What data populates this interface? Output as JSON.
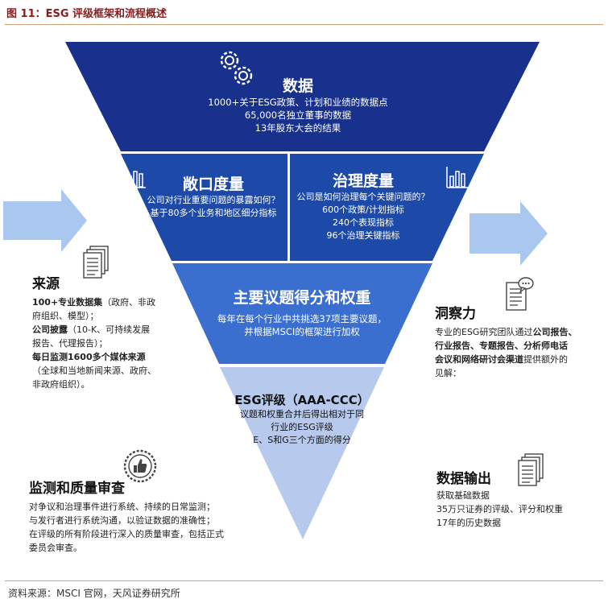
{
  "figure_title": "图 11：ESG 评级框架和流程概述",
  "source": "资料来源：MSCI 官网，天风证券研究所",
  "data_block": {
    "title": "数据",
    "lines": [
      "1000+关于ESG政策、计划和业绩的数据点",
      "65,000名独立董事的数据",
      "13年股东大会的结果"
    ]
  },
  "exposure_block": {
    "title": "敞口度量",
    "lines": [
      "公司对行业重要问题的暴露如何？",
      "基于80多个业务和地区细分指标"
    ]
  },
  "governance_block": {
    "title": "治理度量",
    "lines": [
      "公司是如何治理每个关键问题的？",
      "600个政策/计划指标",
      "240个表现指标",
      "96个治理关键指标"
    ]
  },
  "issues_block": {
    "title": "主要议题得分和权重",
    "lines": [
      "每年在每个行业中共挑选37项主要议题，",
      "并根据MSCI的框架进行加权"
    ]
  },
  "rating_block": {
    "title": "ESG评级（AAA-CCC）",
    "lines": [
      "议题和权重合并后得出相对于同",
      "行业的ESG评级",
      "E、S和G三个方面的得分"
    ]
  },
  "sources_block": {
    "title": "来源",
    "l1_bold": "100+专业数据集",
    "l1_rest": "（政府、非政",
    "l2": "府组织、模型）；",
    "l3_bold": "公司披露",
    "l3_rest": "（10-K、可持续发展",
    "l4": "报告、代理报告）；",
    "l5_bold": "每日监测1600多个媒体来源",
    "l6": "（全球和当地新闻来源、政府、",
    "l7": "非政府组织）。"
  },
  "insight_block": {
    "title": "洞察力",
    "l1_a": "专业的ESG研究团队通过",
    "l1_b": "公司报告、",
    "l2": "行业报告、专题报告、分析师电话",
    "l3_a": "会议和网络研讨会渠道",
    "l3_b": "提供额外的",
    "l4": "见解："
  },
  "monitor_block": {
    "title": "监测和质量审查",
    "lines": [
      "对争议和治理事件进行系统、持续的日常监测；",
      "与发行者进行系统沟通，以验证数据的准确性；",
      "在评级的所有阶段进行深入的质量审查，包括正式",
      "委员会审查。"
    ]
  },
  "output_block": {
    "title": "数据输出",
    "lines": [
      "获取基础数据",
      "35万只证券的评级、评分和权重",
      "17年的历史数据"
    ]
  },
  "colors": {
    "tier1": "#17318c",
    "tier2": "#1d4aa8",
    "tier3": "#3a6fd0",
    "tier4": "#b8c9ee",
    "arrow": "#a9c7ef",
    "title": "#8b1a1a"
  },
  "icons": [
    "gears-icon",
    "bar-chart-icon",
    "document-icon",
    "speech-document-icon",
    "seal-thumbs-up-icon"
  ]
}
